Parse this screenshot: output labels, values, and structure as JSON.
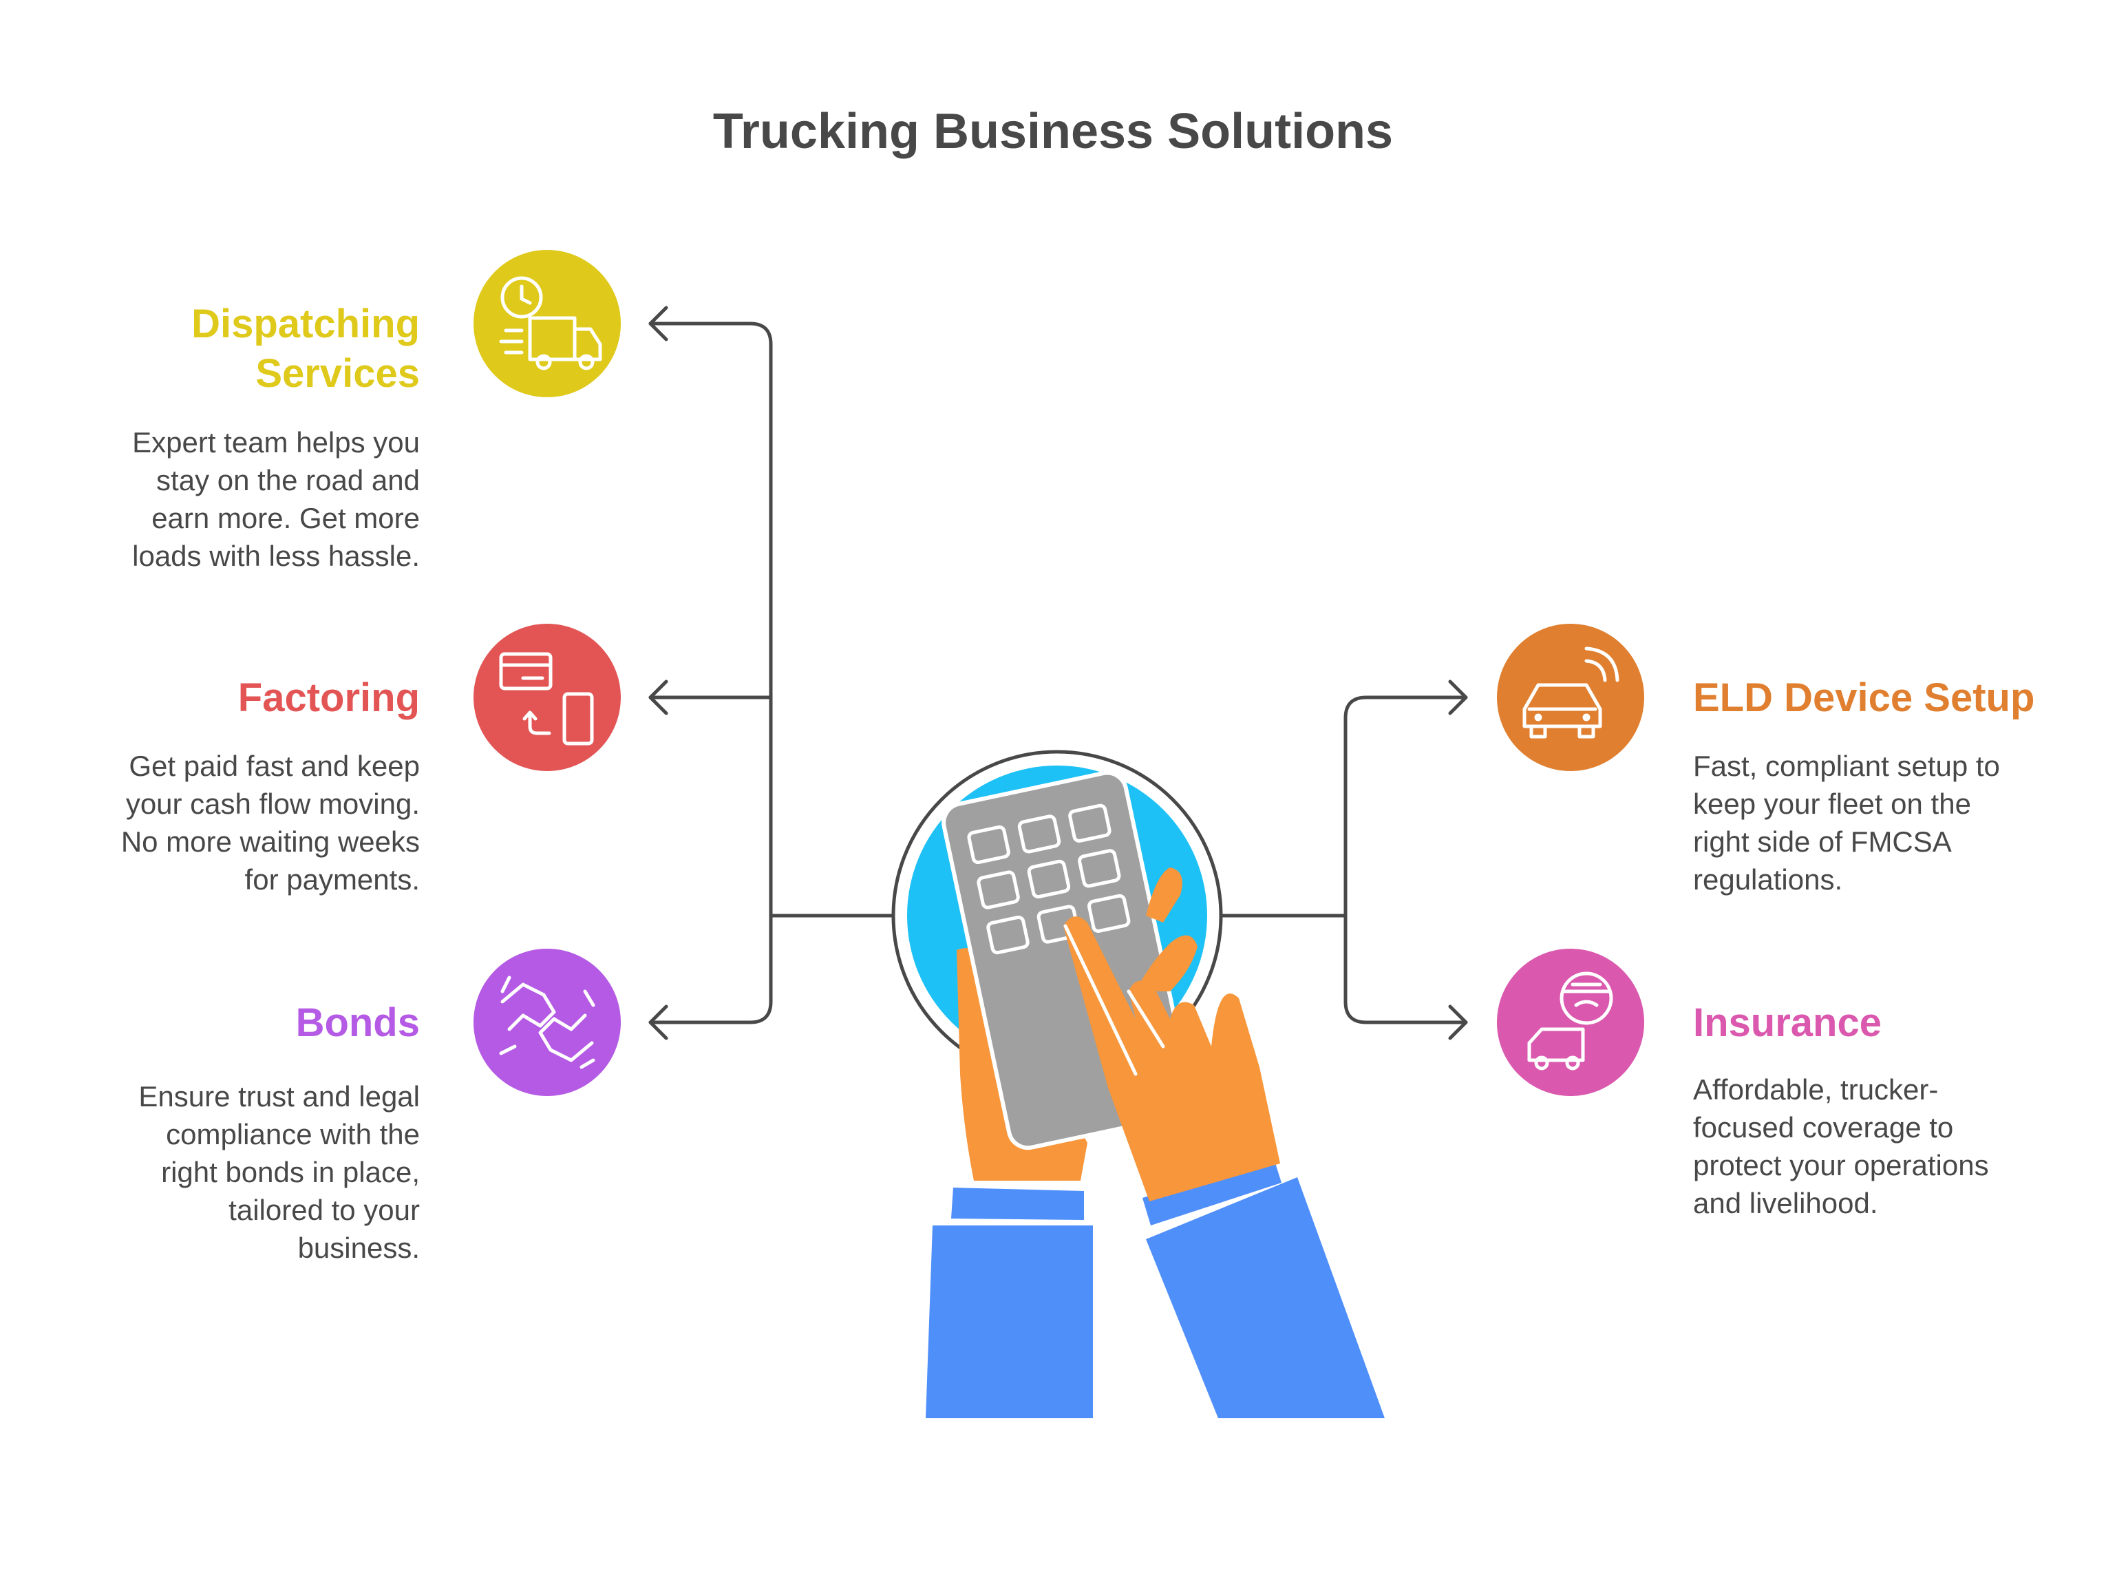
{
  "title": "Trucking Business Solutions",
  "colors": {
    "dispatching": "#dfc91a",
    "factoring": "#e35555",
    "bonds": "#b45ae4",
    "eld": "#e07f2f",
    "insurance": "#da58ad",
    "connector": "#484848",
    "screen": "#1ec1f5",
    "calculator": "#a0a0a0",
    "hand": "#f7963a",
    "sleeve": "#4f8ffa"
  },
  "items": {
    "dispatching": {
      "heading": [
        "Dispatching",
        "Services"
      ],
      "desc": [
        "Expert team helps you",
        "stay on the road and",
        "earn more. Get more",
        "loads with less hassle."
      ],
      "icon": "clock-truck-icon"
    },
    "factoring": {
      "heading": [
        "Factoring"
      ],
      "desc": [
        "Get paid fast and keep",
        "your cash flow moving.",
        "No more waiting weeks",
        "for payments."
      ],
      "icon": "card-phone-exchange-icon"
    },
    "bonds": {
      "heading": [
        "Bonds"
      ],
      "desc": [
        "Ensure trust and legal",
        "compliance with the",
        "right bonds in place,",
        "tailored to your",
        "business."
      ],
      "icon": "handshake-icon"
    },
    "eld": {
      "heading": [
        "ELD Device Setup"
      ],
      "desc": [
        "Fast, compliant setup to",
        "keep your fleet on the",
        "right side of FMCSA",
        "regulations."
      ],
      "icon": "connected-car-icon"
    },
    "insurance": {
      "heading": [
        "Insurance"
      ],
      "desc": [
        "Affordable, trucker-",
        "focused coverage to",
        "protect your operations",
        "and livelihood."
      ],
      "icon": "driver-truck-icon"
    }
  }
}
